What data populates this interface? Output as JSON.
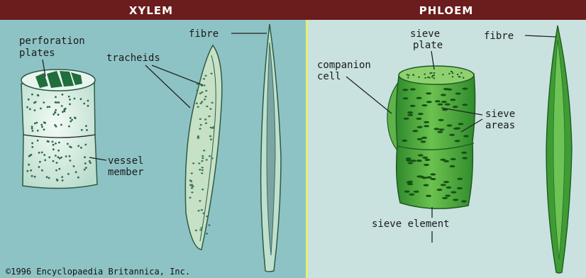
{
  "headers": {
    "left": "XYLEM",
    "right": "PHLOEM"
  },
  "xylem": {
    "perforation_line1": "perforation",
    "perforation_line2": "plates",
    "tracheids": "tracheids",
    "fibre": "fibre",
    "vessel_line1": "vessel",
    "vessel_line2": "member"
  },
  "phloem": {
    "sieve_plate_line1": "sieve",
    "sieve_plate_line2": "plate",
    "companion_line1": "companion",
    "companion_line2": "cell",
    "sieve_areas_line1": "sieve",
    "sieve_areas_line2": "areas",
    "fibre": "fibre",
    "sieve_element": "sieve element"
  },
  "copyright": "©1996 Encyclopaedia Britannica, Inc.",
  "colors": {
    "header_bar": "#6b1c1c",
    "xylem_bg": "#8ec3c5",
    "phloem_bg": "#c9e2e0",
    "divider": "#e6ef74",
    "xylem_cell": "#dcefe6",
    "phloem_cell": "#3fa13b"
  }
}
